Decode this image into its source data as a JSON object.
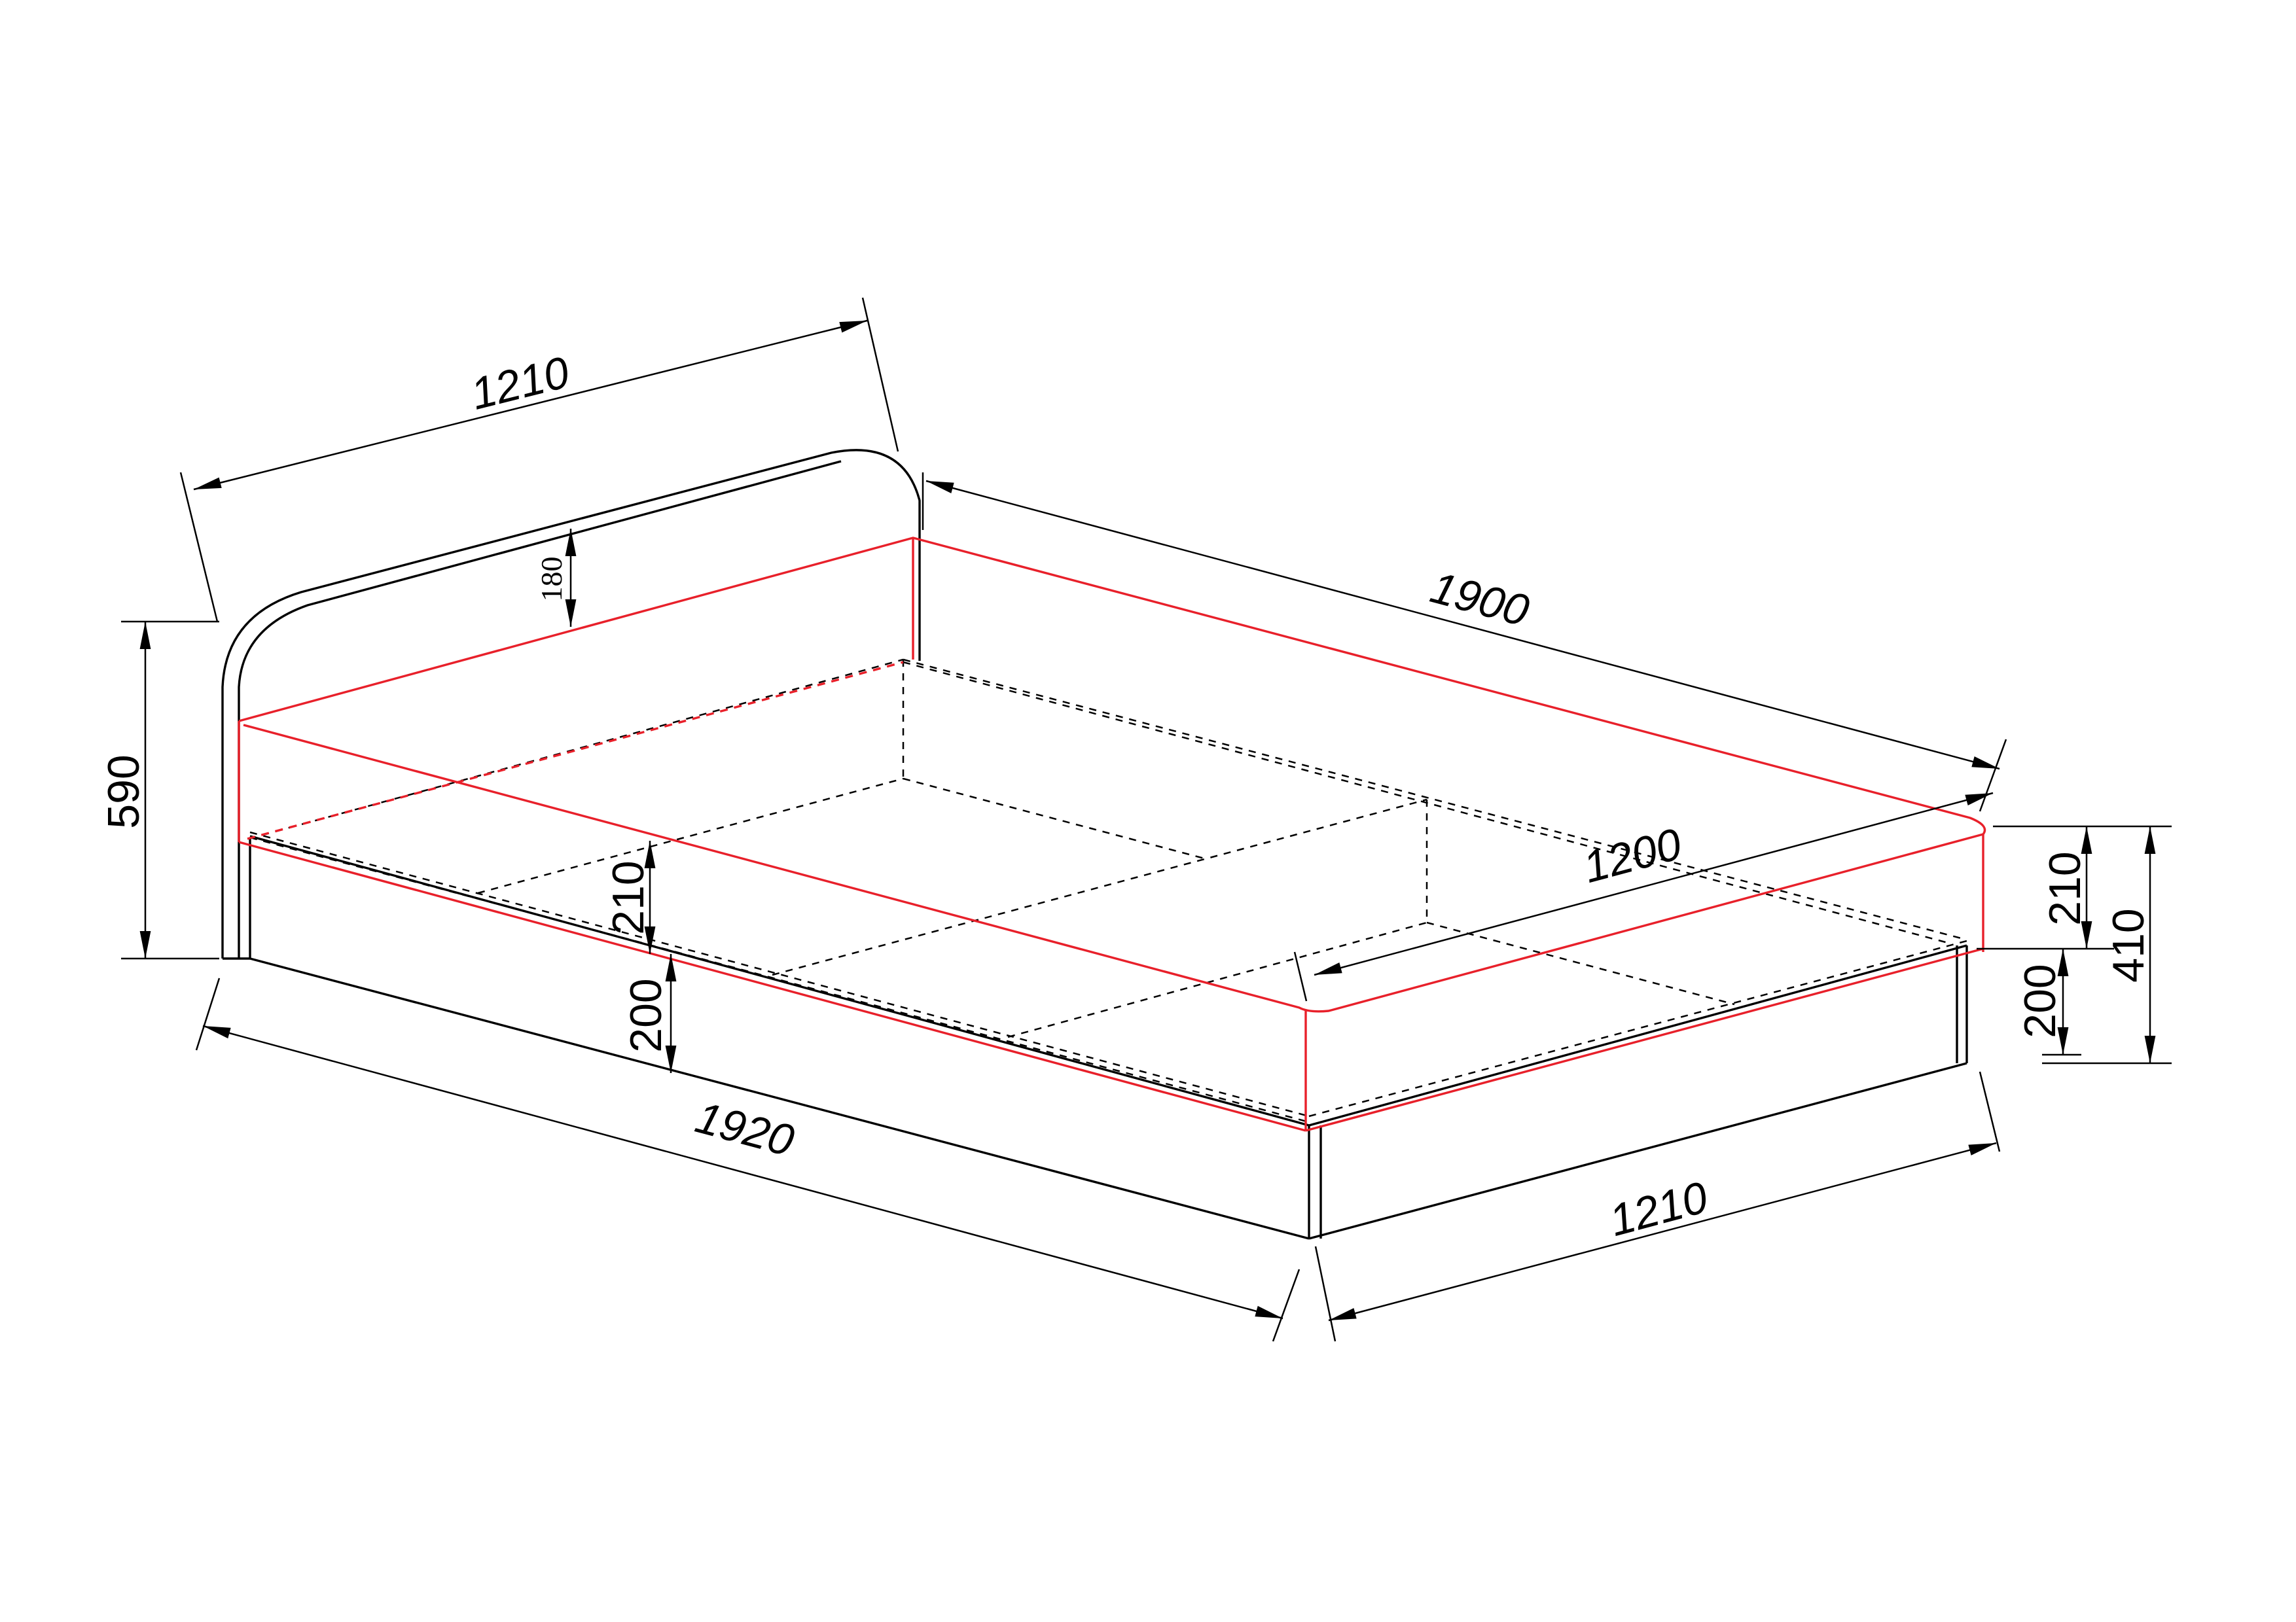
{
  "colors": {
    "outline": "#000000",
    "mattress": "#e8202a",
    "background": "#ffffff"
  },
  "dimensions": {
    "headboard_width": "1210",
    "headboard_height": "590",
    "headboard_thickness": "180",
    "mattress_length": "1900",
    "mattress_width": "1200",
    "mattress_height_left": "210",
    "base_height_left": "200",
    "overall_length": "1920",
    "foot_width": "1210",
    "mattress_height_right": "210",
    "total_height_right": "410",
    "base_height_right": "200"
  }
}
